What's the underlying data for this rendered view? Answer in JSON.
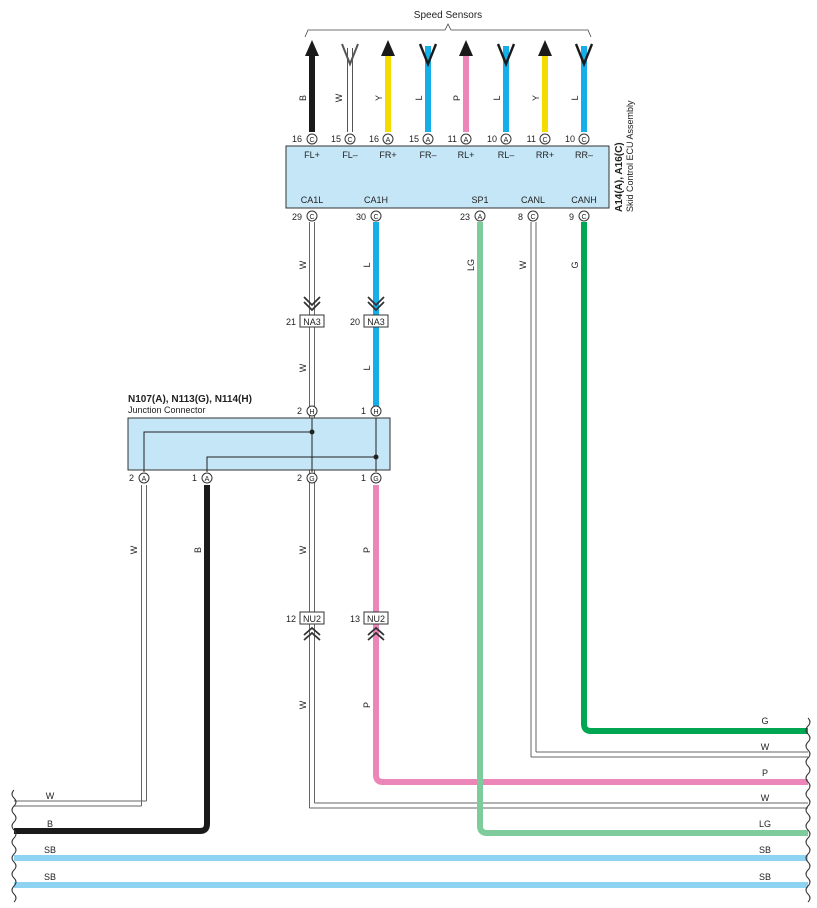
{
  "header": {
    "speed_sensors": "Speed Sensors"
  },
  "ecu": {
    "name_line1": "A14(A), A16(C)",
    "name_line2": "Skid Control ECU Assembly",
    "top_pins": [
      {
        "num": "16",
        "conn": "C",
        "name": "FL+",
        "wire": "B"
      },
      {
        "num": "15",
        "conn": "C",
        "name": "FL–",
        "wire": "W"
      },
      {
        "num": "16",
        "conn": "A",
        "name": "FR+",
        "wire": "Y"
      },
      {
        "num": "15",
        "conn": "A",
        "name": "FR–",
        "wire": "L"
      },
      {
        "num": "11",
        "conn": "A",
        "name": "RL+",
        "wire": "P"
      },
      {
        "num": "10",
        "conn": "A",
        "name": "RL–",
        "wire": "L"
      },
      {
        "num": "11",
        "conn": "C",
        "name": "RR+",
        "wire": "Y"
      },
      {
        "num": "10",
        "conn": "C",
        "name": "RR–",
        "wire": "L"
      }
    ],
    "bottom_pins": [
      {
        "num": "29",
        "conn": "C",
        "name": "CA1L",
        "wire": "W"
      },
      {
        "num": "30",
        "conn": "C",
        "name": "CA1H",
        "wire": "L"
      },
      {
        "num": "23",
        "conn": "A",
        "name": "SP1",
        "wire": "LG"
      },
      {
        "num": "8",
        "conn": "C",
        "name": "CANL",
        "wire": "W"
      },
      {
        "num": "9",
        "conn": "C",
        "name": "CANH",
        "wire": "G"
      }
    ]
  },
  "na3": {
    "name": "NA3",
    "pins": [
      "21",
      "20"
    ]
  },
  "junction": {
    "title": "N107(A), N113(G), N114(H)",
    "subtitle": "Junction Connector",
    "top_pins": [
      {
        "num": "2",
        "conn": "H"
      },
      {
        "num": "1",
        "conn": "H"
      }
    ],
    "bottom_pins": [
      {
        "num": "2",
        "conn": "A",
        "wire": "W"
      },
      {
        "num": "1",
        "conn": "A",
        "wire": "B"
      },
      {
        "num": "2",
        "conn": "G",
        "wire": "W"
      },
      {
        "num": "1",
        "conn": "G",
        "wire": "P"
      }
    ]
  },
  "mid_wire_labels": [
    "W",
    "L"
  ],
  "nu2": {
    "name": "NU2",
    "pins": [
      "12",
      "13"
    ],
    "wires": [
      "W",
      "P"
    ]
  },
  "right_exits": [
    "G",
    "W",
    "P",
    "W",
    "LG"
  ],
  "left_exits": [
    "W",
    "B"
  ],
  "bus_lines": [
    "SB",
    "SB"
  ],
  "bus_labels_right": [
    "SB",
    "SB"
  ],
  "colors": {
    "B": "#1a1a1a",
    "W": "#ffffff",
    "Y": "#f5dc00",
    "L": "#16aee8",
    "P": "#ec86b8",
    "LG": "#7ecb9c",
    "G": "#00a651",
    "SB": "#8fd3f2",
    "box_fill": "#c5e6f6"
  }
}
